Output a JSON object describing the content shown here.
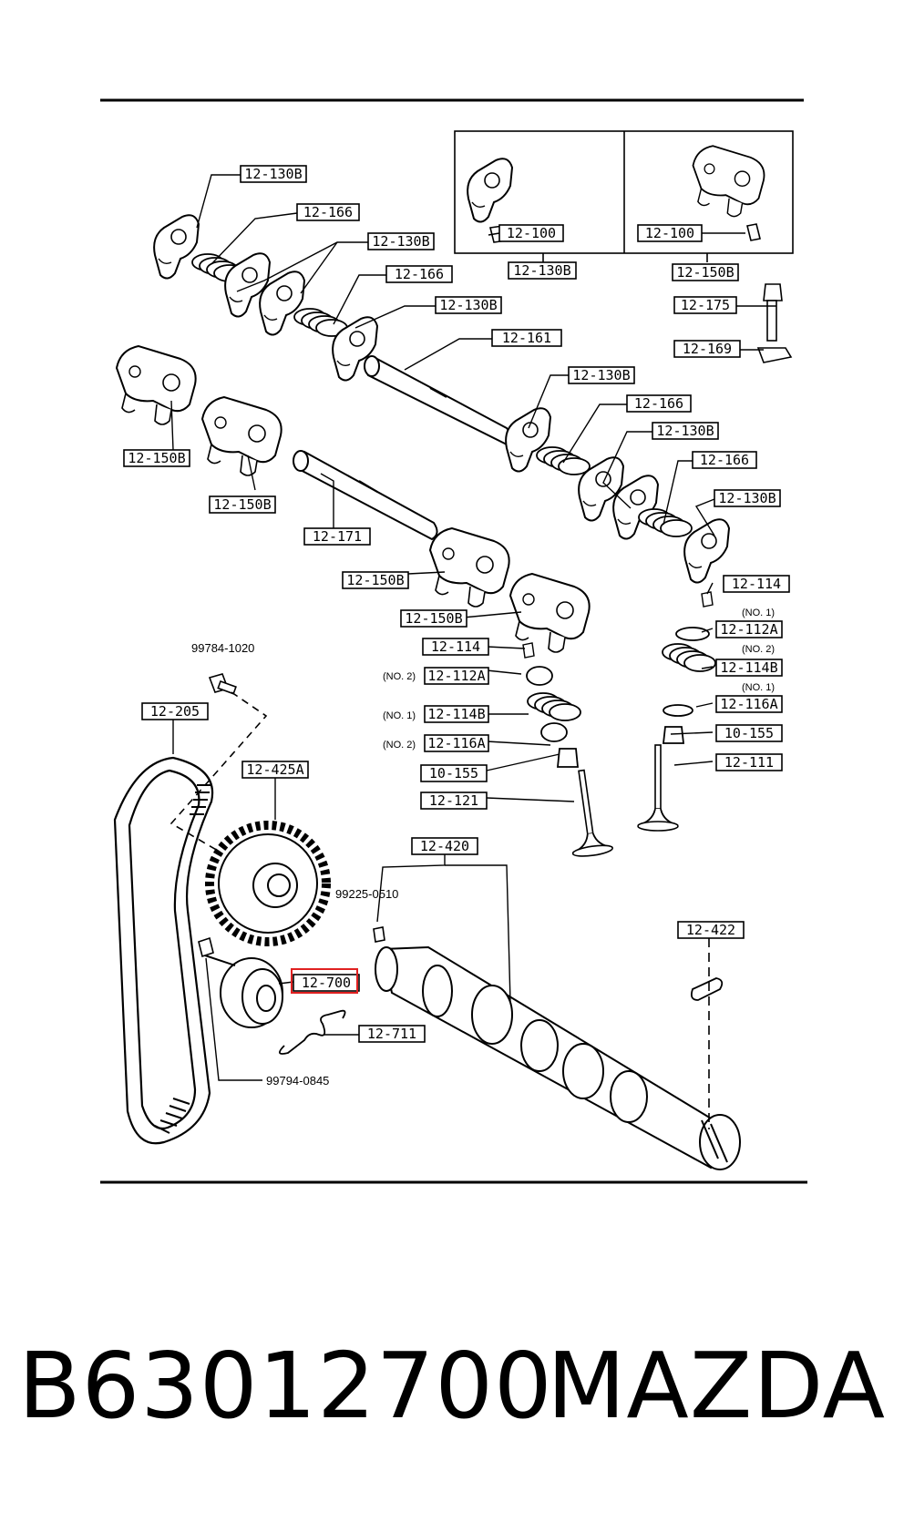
{
  "labels": {
    "l130b_a": "12-130B",
    "l166_a": "12-166",
    "l130b_b": "12-130B",
    "l166_b": "12-166",
    "l130b_c": "12-130B",
    "l161": "12-161",
    "l100_a": "12-100",
    "l100_b": "12-100",
    "l130b_box": "12-130B",
    "l150b_box": "12-150B",
    "l175": "12-175",
    "l169": "12-169",
    "l130b_d": "12-130B",
    "l166_c": "12-166",
    "l130b_e": "12-130B",
    "l166_d": "12-166",
    "l130b_f": "12-130B",
    "l150b_a": "12-150B",
    "l150b_b": "12-150B",
    "l171": "12-171",
    "l150b_c": "12-150B",
    "l150b_d": "12-150B",
    "l114_r": "12-114",
    "l112a_r": "12-112A",
    "l114b_r": "12-114B",
    "l116a_r": "12-116A",
    "l155_r": "10-155",
    "l111": "12-111",
    "l114_l": "12-114",
    "l112a_l": "12-112A",
    "l114b_l": "12-114B",
    "l116a_l": "12-116A",
    "l155_l": "10-155",
    "l121": "12-121",
    "l205": "12-205",
    "l425a": "12-425A",
    "l420": "12-420",
    "l422": "12-422",
    "l700": "12-700",
    "l711": "12-711"
  },
  "plain_labels": {
    "bolt_top": "99784-1020",
    "pin": "99225-0510",
    "bolt_bottom": "99794-0845"
  },
  "notes": {
    "r_no1_a": "(NO. 1)",
    "r_no2": "(NO. 2)",
    "r_no1_b": "(NO. 1)",
    "l_no2_a": "(NO. 2)",
    "l_no1": "(NO. 1)",
    "l_no2_b": "(NO. 2)"
  },
  "highlight_color": "#e02020",
  "footer": {
    "part_number": "B63012700",
    "brand": "MAZDA"
  }
}
